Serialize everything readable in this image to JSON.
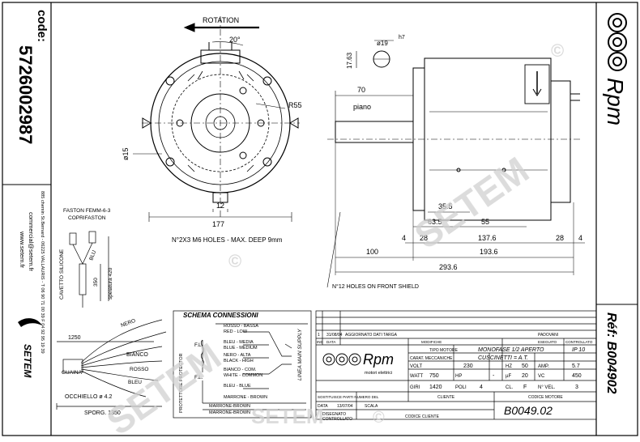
{
  "left_panel": {
    "code_label": "code:",
    "code_number": "5726002987",
    "address": "885 chemin St.Bernard - 06225 VALLAURIS - T 06 90 71 00 39 F 04 92 95 19 39",
    "email": "commercial@setem.fr",
    "web": "www.setem.fr",
    "logo_text": "SETEM"
  },
  "right_panel": {
    "ref_label": "Réf: B004902",
    "brand": "Rpm"
  },
  "watermark": {
    "text": "SETEM",
    "copyright": "©"
  },
  "front_view": {
    "rotation_label": "ROTATION",
    "angle_label": "20°",
    "radius_label": "R55",
    "hole_label": "ø15",
    "dim_12": "12",
    "dim_177": "177",
    "holes_note": "N°2X3 M6 HOLES - MAX. DEEP 9mm"
  },
  "shaft_detail": {
    "dia_label": "ø19",
    "tol_label": "h7",
    "height_label": "17.63"
  },
  "side_view": {
    "dim_70": "70",
    "piano_label": "piano",
    "dim_35_5": "35.5",
    "dim_63_5": "63.5",
    "dim_55": "55",
    "dim_4a": "4",
    "dim_28a": "28",
    "dim_137_6": "137.6",
    "dim_28b": "28",
    "dim_4b": "4",
    "dim_100": "100",
    "dim_193_6": "193.6",
    "dim_293_6": "293.6",
    "holes_note": "N°12 HOLES ON FRONT SHIELD"
  },
  "cable": {
    "faston_title": "FASTON FEMM-6-3",
    "faston_sub": "COPRIFASTON",
    "sleeve_label": "CAVETTO SILICONE",
    "blu": "BLU",
    "dim_350": "350",
    "dim_420": "spelatura 420",
    "dim_1250": "1250",
    "guaina": "GUAINA",
    "bianco": "BIANCO",
    "rosso": "ROSSO",
    "blue": "BLEU",
    "nero": "NERO",
    "occhiello": "OCCHIELLO ø 4.2",
    "sporg": "SPORG. 1350"
  },
  "schema": {
    "title": "SCHEMA CONNESSIONI",
    "wires": [
      "ROSSO - BASSA",
      "RED - LOW",
      "BLEU - MEDIA",
      "BLUE - MEDIUM",
      "NERO - ALTA",
      "BLACK - HIGH",
      "BIANCO - COM.",
      "WHITE - COMMON",
      "BLEU - BLUE",
      "MARRONE - BROWN",
      "MARRONE-BROWN",
      "MARRONE-BROWN"
    ],
    "fl1": "F.L.",
    "fl2": "F.L.",
    "protector": "PROTETTORE PROTECTOR",
    "linea": "LINEA MAIN SUPPLY"
  },
  "title_block": {
    "rev_row": [
      "1",
      "31/08/04",
      "AGGIORNATO DATI TARGA",
      "PADOVANI"
    ],
    "rev_head": [
      "IND",
      "DATA",
      "MODIFICHE",
      "ESEGUITO",
      "CONTROLLATO"
    ],
    "company": "Rpm",
    "company_sub": "motori elettrici",
    "tipo_label": "TIPO MOTORE",
    "tipo_value": "MONOFASE 1/2 APERTO",
    "ip_value": "IP 10",
    "carat_label": "CARAT. MECCANICHE",
    "carat_value": "CUSCINETTI = A.T.",
    "volt_label": "VOLT",
    "volt_value": "230",
    "hz_label": "HZ",
    "hz_value": "50",
    "amp_label": "AMP.",
    "amp_value": "5.7",
    "watt_label": "WATT",
    "watt_value": "750",
    "hp_label": "HP",
    "hp_value": "-",
    "uf_label": "µF",
    "uf_value": "20",
    "vc_label": "VC",
    "vc_value": "450",
    "giri_label": "GIRI",
    "giri_value": "1420",
    "poli_label": "POLI",
    "poli_value": "4",
    "cl_label": "CL.",
    "cl_value": "F",
    "vel_label": "N° VEL.",
    "vel_value": "3",
    "sostituisce": "SOSTITUISCE PARTI NUMERO DEL",
    "data_label": "DATA",
    "data_value": "13/07/04",
    "scala_label": "SCALA",
    "cliente_label": "CLIENTE",
    "codice_motore_label": "CODICE MOTORE",
    "disegnato": "DISEGNATO",
    "controllato": "CONTROLLATO",
    "codice_cliente": "CODICE CLIENTE",
    "drawing_number": "B0049.02"
  }
}
